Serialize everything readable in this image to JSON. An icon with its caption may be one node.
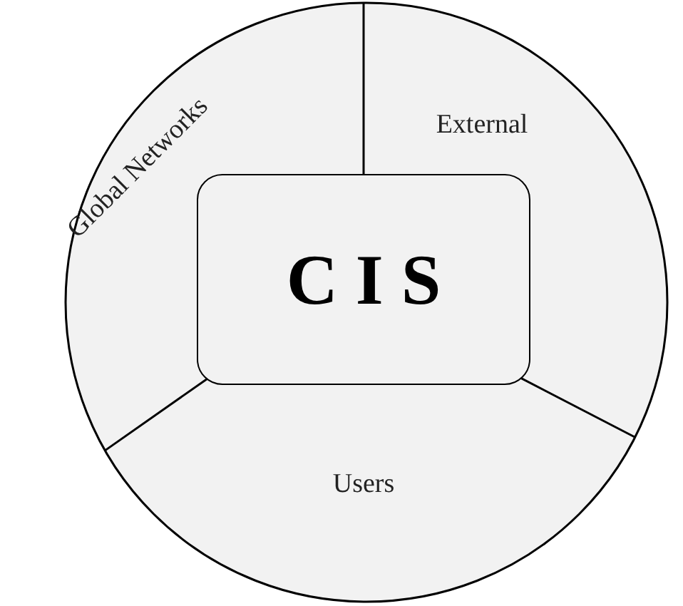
{
  "diagram": {
    "nodes": [
      {
        "text": [],
        "shape": "circle"
      },
      {
        "text": [
          "Global Networks"
        ],
        "in": 0
      },
      {
        "text": [
          "External"
        ],
        "in": 0
      },
      {
        "text": [
          "Users"
        ],
        "in": 0
      },
      {
        "text": [
          "C I S"
        ],
        "in": 0
      }
    ],
    "edges": [
      {
        "from": 4,
        "to": 0,
        "arrow": "none"
      },
      {
        "from": 4,
        "to": 0,
        "arrow": "none"
      },
      {
        "from": 4,
        "to": 0,
        "arrow": "none"
      }
    ]
  }
}
